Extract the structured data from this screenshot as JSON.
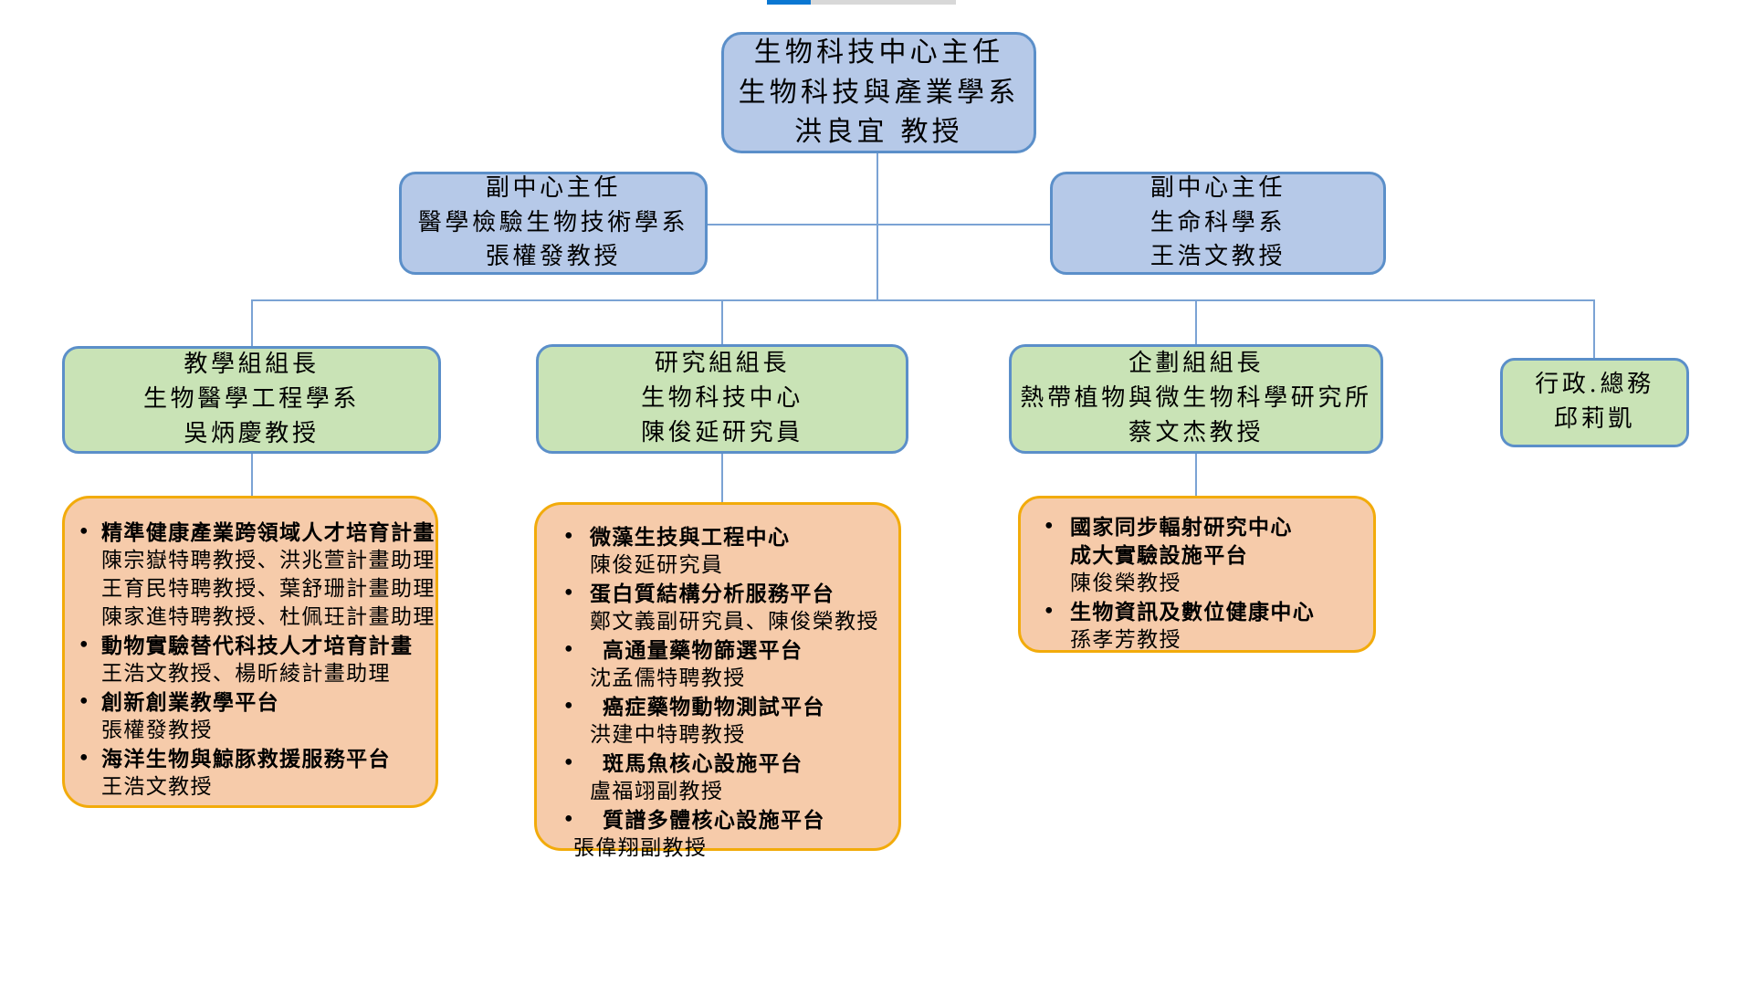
{
  "top_progress": {
    "accent_color": "#0a77d2",
    "track_color": "#d8d8d8"
  },
  "colors": {
    "blue_node_fill": "#b6c9e8",
    "green_node_fill": "#c9e3b6",
    "orange_detail_fill": "#f6cbaa",
    "node_border": "#5b8fc9",
    "orange_border": "#f2ab0b",
    "connector_line": "#7ba3d4",
    "text": "#000000"
  },
  "nodes": {
    "director": {
      "role": "生物科技中心主任",
      "dept": "生物科技與產業學系",
      "person": "洪良宜 教授"
    },
    "deputy_left": {
      "role": "副中心主任",
      "dept": "醫學檢驗生物技術學系",
      "person": "張權發教授"
    },
    "deputy_right": {
      "role": "副中心主任",
      "dept": "生命科學系",
      "person": "王浩文教授"
    },
    "teaching": {
      "role": "教學組組長",
      "dept": "生物醫學工程學系",
      "person": "吳炳慶教授"
    },
    "research": {
      "role": "研究組組長",
      "dept": "生物科技中心",
      "person": "陳俊延研究員"
    },
    "planning": {
      "role": "企劃組組長",
      "dept": "熱帶植物與微生物科學研究所",
      "person": "蔡文杰教授"
    },
    "admin": {
      "role": "行政.總務",
      "person": "邱莉凱"
    }
  },
  "details": {
    "teaching": {
      "items": [
        {
          "title": "精準健康產業跨領域人才培育計畫",
          "members": [
            "陳宗嶽特聘教授、洪兆萱計畫助理",
            "王育民特聘教授、葉舒珊計畫助理",
            "陳家進特聘教授、杜佩玨計畫助理"
          ]
        },
        {
          "title": "動物實驗替代科技人才培育計畫",
          "members": [
            "王浩文教授、楊昕綾計畫助理"
          ]
        },
        {
          "title": "創新創業教學平台",
          "members": [
            "張權發教授"
          ]
        },
        {
          "title": "海洋生物與鯨豚救援服務平台",
          "members": [
            "王浩文教授"
          ]
        }
      ]
    },
    "research": {
      "items": [
        {
          "title": "微藻生技與工程中心",
          "members": [
            "陳俊延研究員"
          ]
        },
        {
          "title": "蛋白質結構分析服務平台",
          "members": [
            "鄭文義副研究員、陳俊榮教授"
          ]
        },
        {
          "title": "高通量藥物篩選平台",
          "members": [
            "沈孟儒特聘教授"
          ]
        },
        {
          "title": "癌症藥物動物測試平台",
          "members": [
            "洪建中特聘教授"
          ]
        },
        {
          "title": "斑馬魚核心設施平台",
          "members": [
            "盧福翊副教授"
          ]
        },
        {
          "title": "質譜多體核心設施平台",
          "members": [
            "張偉翔副教授"
          ]
        }
      ]
    },
    "planning": {
      "items": [
        {
          "title": "國家同步輻射研究中心",
          "title2": "成大實驗設施平台",
          "members": [
            "陳俊榮教授"
          ]
        },
        {
          "title": "生物資訊及數位健康中心",
          "members": [
            "孫孝芳教授"
          ]
        }
      ]
    }
  }
}
